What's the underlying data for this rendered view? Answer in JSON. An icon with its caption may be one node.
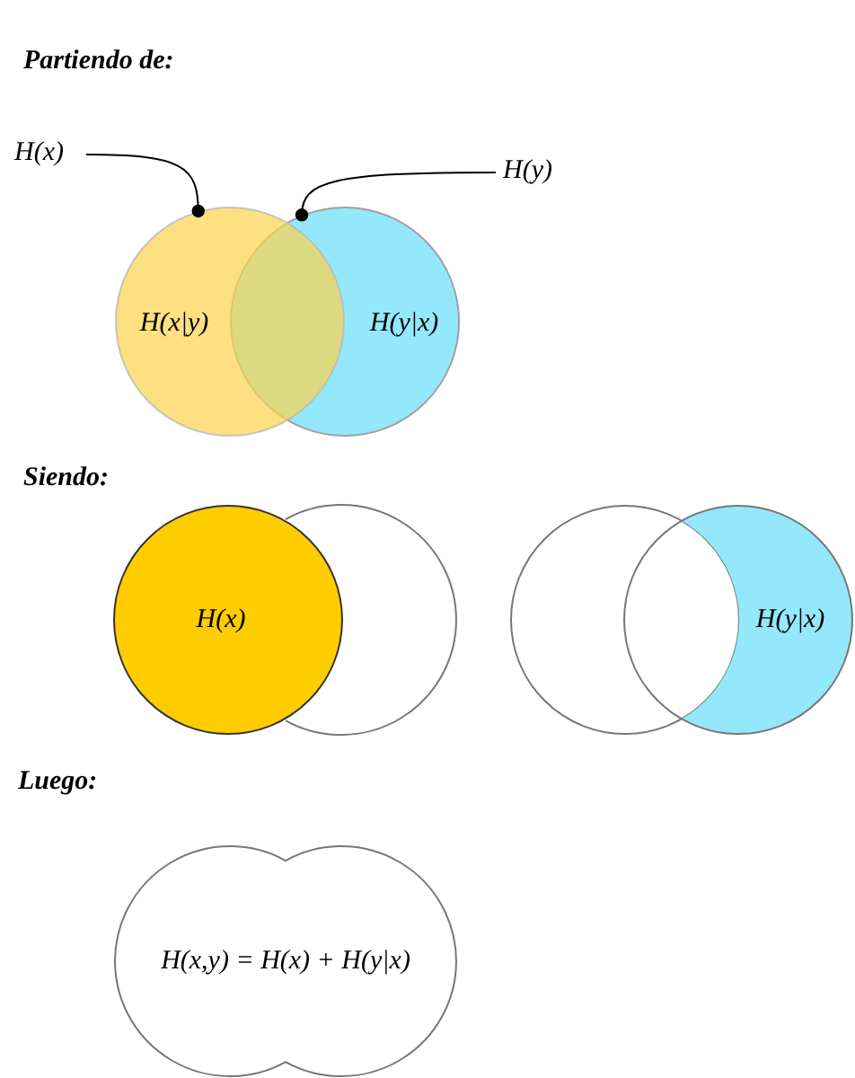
{
  "diagram": {
    "nodes": [
      {
        "text": [
          "H(x)"
        ]
      },
      {
        "text": [
          "H(x|y)"
        ]
      },
      {
        "text": [
          "H(y|x)"
        ]
      },
      {
        "text": [
          "H(y)"
        ]
      },
      {
        "text": [
          "H(x)"
        ]
      },
      {
        "text": [],
        "shape": "circle"
      },
      {
        "text": [],
        "shape": "circle"
      },
      {
        "text": [
          "H(y|x)"
        ]
      },
      {
        "text": [
          "H(x,y) = H(x) + H(y|x)"
        ]
      }
    ],
    "edges": [
      {
        "from": 0,
        "to": 1,
        "arrow": "other"
      },
      {
        "from": 3,
        "to": 2,
        "arrow": "other"
      }
    ],
    "labels": [
      "Partiendo de:",
      "Siendo:",
      "Luego:"
    ]
  }
}
